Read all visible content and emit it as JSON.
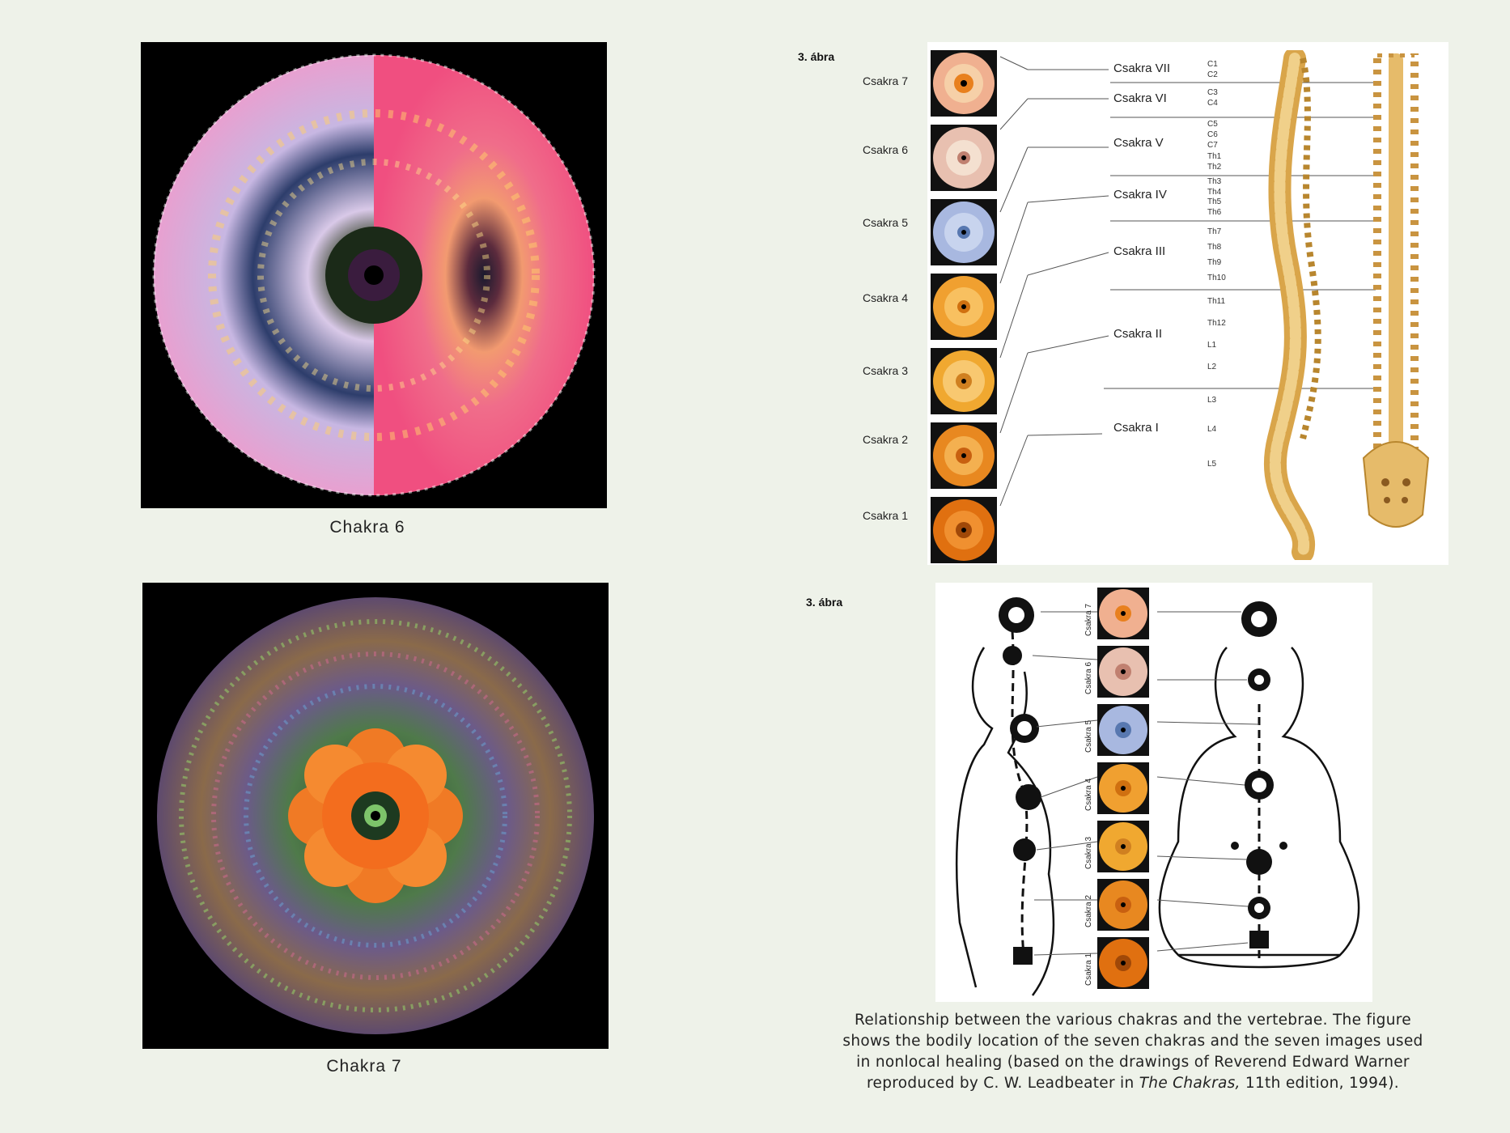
{
  "plates": [
    {
      "caption": "Chakra 6"
    },
    {
      "caption": "Chakra 7"
    }
  ],
  "figure_top": {
    "label": "3. ábra",
    "chakras": [
      "Csakra 7",
      "Csakra 6",
      "Csakra 5",
      "Csakra 4",
      "Csakra 3",
      "Csakra 2",
      "Csakra 1"
    ],
    "roman": [
      "Csakra VII",
      "Csakra VI",
      "Csakra V",
      "Csakra IV",
      "Csakra III",
      "Csakra II",
      "Csakra I"
    ],
    "vertebrae": [
      "C1",
      "C2",
      "C3",
      "C4",
      "C5",
      "C6",
      "C7",
      "Th1",
      "Th2",
      "Th3",
      "Th4",
      "Th5",
      "Th6",
      "Th7",
      "Th8",
      "Th9",
      "Th10",
      "Th11",
      "Th12",
      "L1",
      "L2",
      "L3",
      "L4",
      "L5"
    ]
  },
  "figure_bottom": {
    "label": "3. ábra",
    "chakras": [
      "Csakra 7",
      "Csakra 6",
      "Csakra 5",
      "Csakra 4",
      "Csakra 3",
      "Csakra 2",
      "Csakra 1"
    ]
  },
  "caption": {
    "line1": "Relationship between the various chakras and the vertebrae. The figure",
    "line2": "shows the bodily location of the seven chakras and the seven images used",
    "line3": "in nonlocal healing (based on the drawings of Reverend Edward Warner",
    "line4_a": "reproduced by C. W. Leadbeater in ",
    "line4_title": "The Chakras,",
    "line4_b": " 11th edition, 1994)."
  }
}
